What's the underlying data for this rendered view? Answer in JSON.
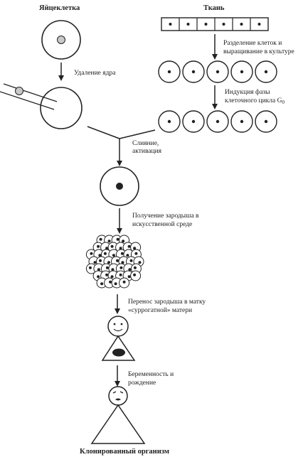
{
  "titles": {
    "egg_cell": "Яйцеклетка",
    "tissue": "Ткань",
    "cloned_organism": "Клонированный организм"
  },
  "steps": {
    "nucleus_removal": "Удаление ядра",
    "separation_line1": "Разделение клеток и",
    "separation_line2": "выращивание в культуре",
    "induction_line1": "Индукция фазы",
    "induction_line2": "клеточного цикла G",
    "induction_subscript": "0",
    "fusion_line1": "Слияние,",
    "fusion_line2": "активация",
    "embryo_line1": "Получение зародыша в",
    "embryo_line2": "искусственной среде",
    "transfer_line1": "Перенос зародыша в матку",
    "transfer_line2": "«суррогатной» матери",
    "pregnancy_line1": "Беременность и",
    "pregnancy_line2": "рождение"
  },
  "colors": {
    "ink": "#222222",
    "nucleus_grey": "#c8c8c8",
    "background": "#ffffff"
  }
}
